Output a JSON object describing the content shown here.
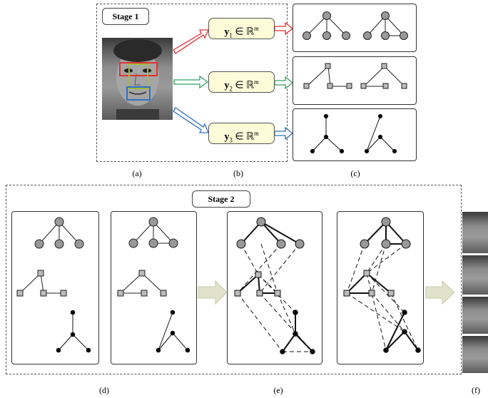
{
  "stage1": {
    "label": "Stage 1",
    "features": [
      {
        "vec": "y",
        "sub": "1",
        "rel": " ∈ ℝ",
        "sup": "m",
        "color": "#e03030"
      },
      {
        "vec": "y",
        "sub": "2",
        "rel": " ∈ ℝ",
        "sup": "m",
        "color": "#30a060"
      },
      {
        "vec": "y",
        "sub": "3",
        "rel": " ∈ ℝ",
        "sup": "m",
        "color": "#3070c0"
      }
    ]
  },
  "stage2": {
    "label": "Stage 2"
  },
  "captions": {
    "a": "(a)",
    "b": "(b)",
    "c": "(c)",
    "d": "(d)",
    "e": "(e)",
    "f": "(f)"
  },
  "colors": {
    "red": "#e03030",
    "green": "#30a060",
    "blue": "#3070c0",
    "node_gray": "#999999",
    "feature_fill": "#fdfbd8",
    "arrow_fill": "#e0e2cc"
  }
}
